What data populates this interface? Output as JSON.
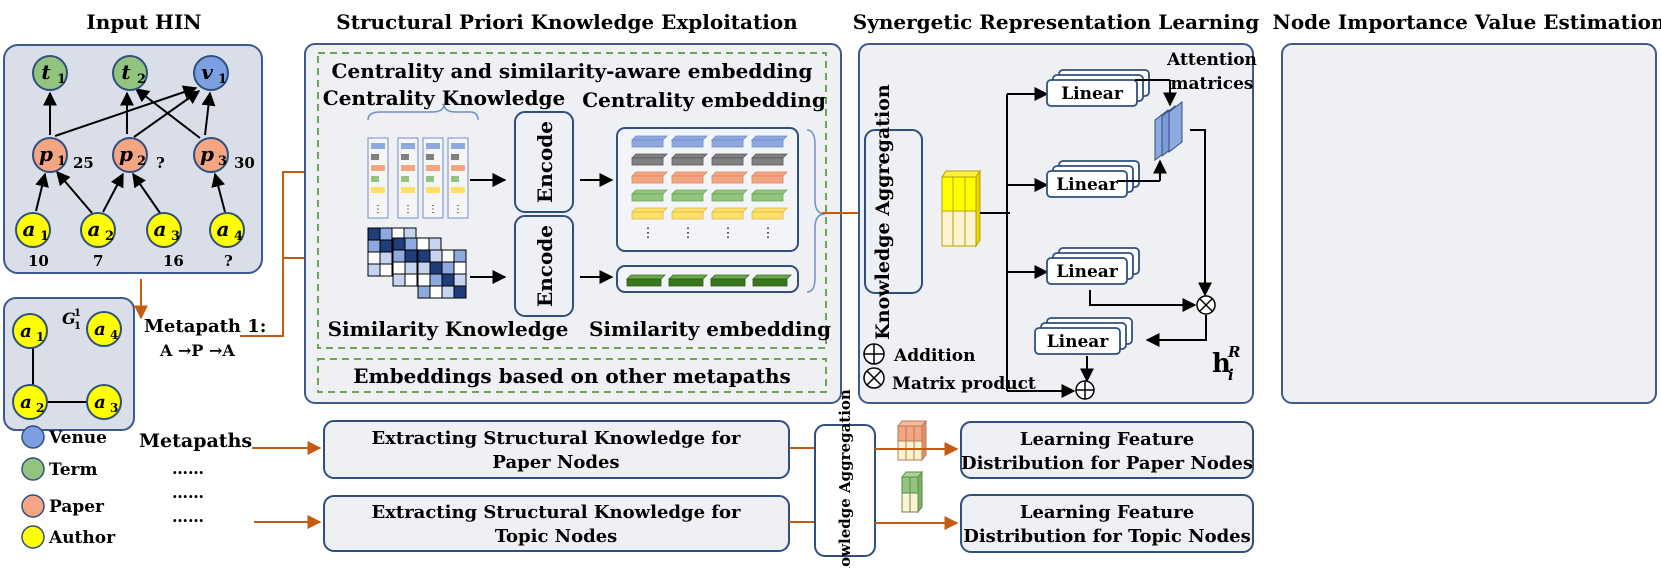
{
  "titles": {
    "input_hin": "Input HIN",
    "structural": "Structural Priori Knowledge Exploitation",
    "synergetic": "Synergetic Representation Learning",
    "node_importance": "Node Importance Value Estimation"
  },
  "hin_graph": {
    "nodes": {
      "t1": {
        "base": "t",
        "sub": "1"
      },
      "t2": {
        "base": "t",
        "sub": "2"
      },
      "v1": {
        "base": "v",
        "sub": "1"
      },
      "p1": {
        "base": "p",
        "sub": "1",
        "score": "25"
      },
      "p2": {
        "base": "p",
        "sub": "2",
        "score": "?"
      },
      "p3": {
        "base": "p",
        "sub": "3",
        "score": "30"
      },
      "a1": {
        "base": "a",
        "sub": "1",
        "score": "10"
      },
      "a2": {
        "base": "a",
        "sub": "2",
        "score": "7"
      },
      "a3": {
        "base": "a",
        "sub": "3",
        "score": "16"
      },
      "a4": {
        "base": "a",
        "sub": "4",
        "score": "?"
      }
    }
  },
  "subgraph": {
    "label": "G",
    "sup": "1",
    "sub": "1",
    "nodes": [
      "a1",
      "a4",
      "a2",
      "a3"
    ]
  },
  "metapath": {
    "line1": "Metapath 1:",
    "line2": "A →P →A"
  },
  "legend": [
    {
      "label": "Venue",
      "color": "#7b9fe0"
    },
    {
      "label": "Term",
      "color": "#93c47d"
    },
    {
      "label": "Paper",
      "color": "#f4a582"
    },
    {
      "label": "Author",
      "color": "#ffff00"
    }
  ],
  "metapaths_list": {
    "label": "Metapaths",
    "dots": [
      "……",
      "……",
      "……"
    ]
  },
  "structural": {
    "embedding_title": "Centrality and similarity-aware embedding",
    "centrality_knowledge": "Centrality Knowledge",
    "centrality_embedding": "Centrality embedding",
    "similarity_knowledge": "Similarity Knowledge",
    "similarity_embedding": "Similarity embedding",
    "encode_1": "Encode",
    "encode_2": "Encode",
    "other_metapaths": "Embeddings based on other metapaths"
  },
  "synergetic": {
    "knowledge_aggregation": "Knowledge Aggregation",
    "attention_l1": "Attention",
    "attention_l2": "matrices",
    "linear_1": "Linear",
    "linear_2": "Linear",
    "linear_3": "Linear",
    "linear_4": "Linear",
    "addition": "Addition",
    "matrix_product": "Matrix product",
    "h_base": "h",
    "h_sub": "i",
    "h_sup": "R"
  },
  "bottom": {
    "paper_extract_1": "Extracting Structural Knowledge for",
    "paper_extract_2": "Paper Nodes",
    "topic_extract_1": "Extracting Structural Knowledge for",
    "topic_extract_2": "Topic Nodes",
    "aggregation": "Knowledge Aggregation",
    "paper_learn_1": "Learning Feature",
    "paper_learn_2": "Distribution for Paper Nodes",
    "topic_learn_1": "Learning Feature",
    "topic_learn_2": "Distribution for Topic Nodes"
  },
  "colors": {
    "panel_border": "#3d5a8a",
    "panel_fill": "#eef0f4",
    "dashed_green": "#6aa84f",
    "orange_arrow": "#c55a11"
  }
}
